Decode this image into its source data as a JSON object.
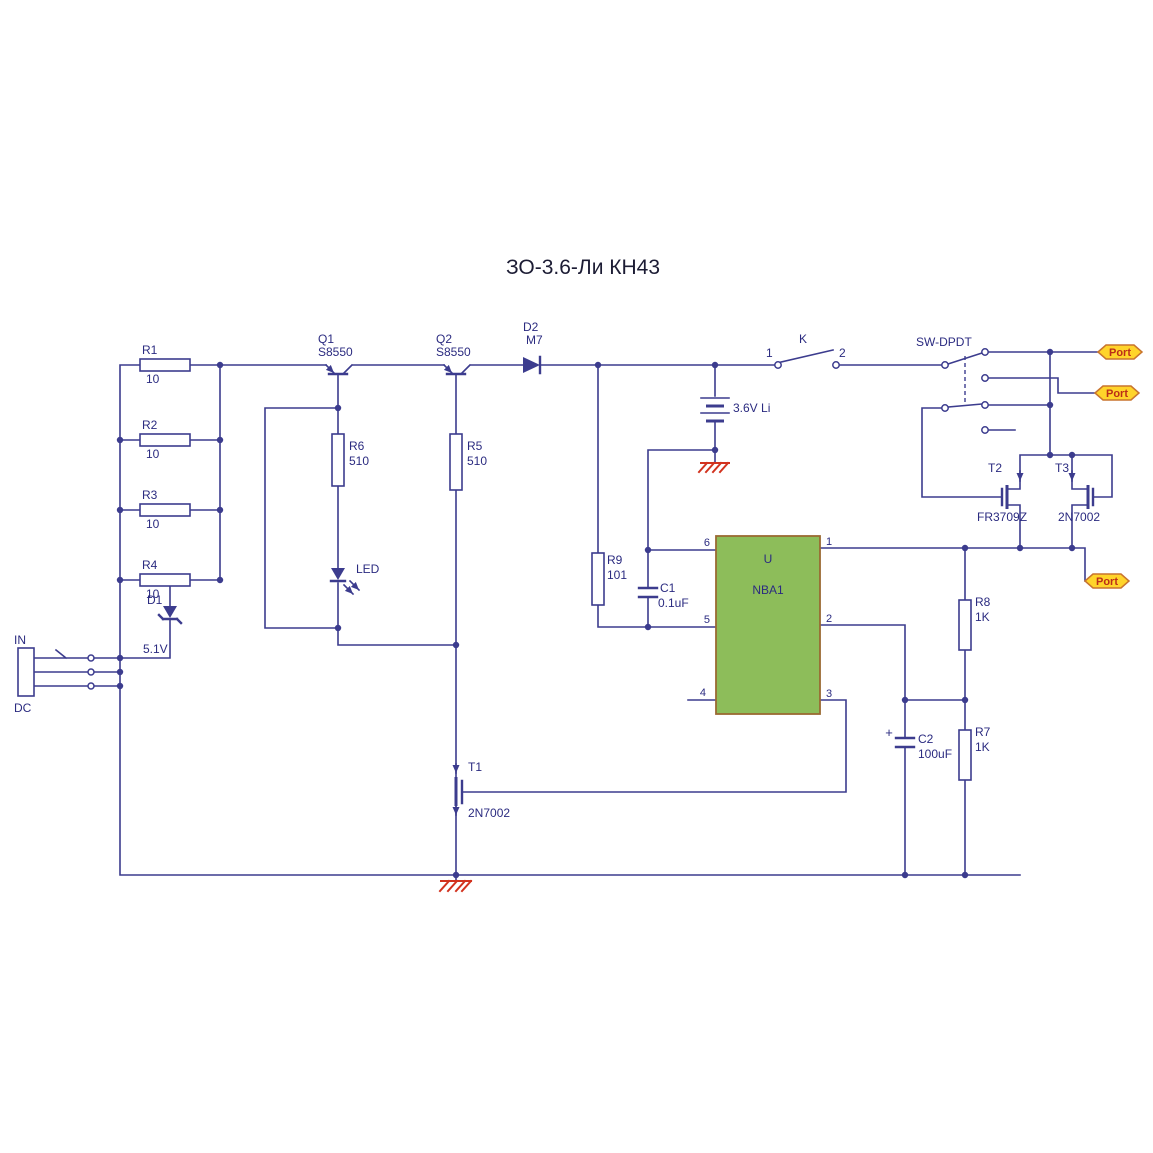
{
  "title": "ЗО-3.6-Ли КН43",
  "colors": {
    "wire": "#3c3c8e",
    "label": "#2b2b80",
    "title": "#1c1c34",
    "ground": "#d2321e",
    "ic_fill": "#8dbd5a",
    "ic_border": "#9a6a32",
    "port_fill": "#ffd42a",
    "port_border": "#c8742e",
    "port_text": "#bb2e18"
  },
  "components": {
    "r1": {
      "ref": "R1",
      "value": "10"
    },
    "r2": {
      "ref": "R2",
      "value": "10"
    },
    "r3": {
      "ref": "R3",
      "value": "10"
    },
    "r4": {
      "ref": "R4",
      "value": "10"
    },
    "r5": {
      "ref": "R5",
      "value": "510"
    },
    "r6": {
      "ref": "R6",
      "value": "510"
    },
    "r7": {
      "ref": "R7",
      "value": "1K"
    },
    "r8": {
      "ref": "R8",
      "value": "1K"
    },
    "r9": {
      "ref": "R9",
      "value": "101"
    },
    "c1": {
      "ref": "C1",
      "value": "0.1uF"
    },
    "c2": {
      "ref": "C2",
      "value": "100uF",
      "polarity": "+"
    },
    "d1": {
      "ref": "D1",
      "value": "5.1V"
    },
    "d2": {
      "ref": "D2",
      "value": "M7"
    },
    "led": {
      "ref": "LED"
    },
    "q1": {
      "ref": "Q1",
      "value": "S8550"
    },
    "q2": {
      "ref": "Q2",
      "value": "S8550"
    },
    "t1": {
      "ref": "T1",
      "value": "2N7002"
    },
    "t2": {
      "ref": "T2",
      "value": "FR3709Z"
    },
    "t3": {
      "ref": "T3",
      "value": "2N7002"
    },
    "battery": {
      "value": "3.6V Li"
    },
    "switch_k": {
      "ref": "K",
      "pin1": "1",
      "pin2": "2"
    },
    "switch_sw": {
      "ref": "SW-DPDT"
    },
    "ic_u": {
      "ref": "U",
      "value": "NBA1",
      "pins": {
        "p1": "1",
        "p2": "2",
        "p3": "3",
        "p4": "4",
        "p5": "5",
        "p6": "6"
      }
    },
    "jack": {
      "line1": "IN",
      "line2": "DC"
    },
    "port1": {
      "label": "Port"
    },
    "port2": {
      "label": "Port"
    },
    "port3": {
      "label": "Port"
    }
  }
}
